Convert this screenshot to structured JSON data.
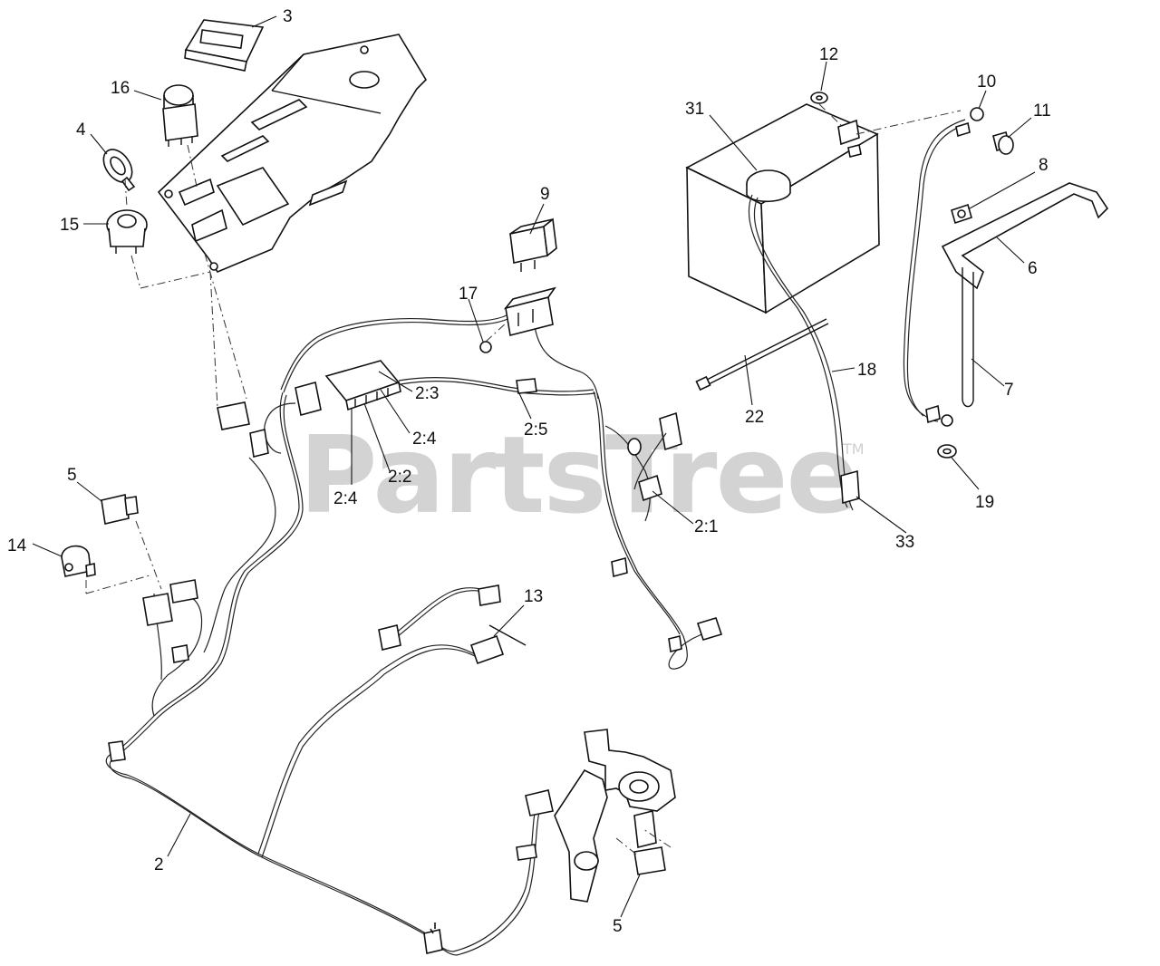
{
  "watermark": {
    "text": "PartsTree",
    "trademark": "TM"
  },
  "callouts": [
    {
      "id": "3",
      "label": "3"
    },
    {
      "id": "16",
      "label": "16"
    },
    {
      "id": "4",
      "label": "4"
    },
    {
      "id": "15",
      "label": "15"
    },
    {
      "id": "9",
      "label": "9"
    },
    {
      "id": "17",
      "label": "17"
    },
    {
      "id": "2-3",
      "label": "2:3"
    },
    {
      "id": "2-4a",
      "label": "2:4"
    },
    {
      "id": "2-5",
      "label": "2:5"
    },
    {
      "id": "2-2",
      "label": "2:2"
    },
    {
      "id": "2-4b",
      "label": "2:4"
    },
    {
      "id": "2-1",
      "label": "2:1"
    },
    {
      "id": "5a",
      "label": "5"
    },
    {
      "id": "14",
      "label": "14"
    },
    {
      "id": "13",
      "label": "13"
    },
    {
      "id": "2",
      "label": "2"
    },
    {
      "id": "5b",
      "label": "5"
    },
    {
      "id": "12",
      "label": "12"
    },
    {
      "id": "31",
      "label": "31"
    },
    {
      "id": "10",
      "label": "10"
    },
    {
      "id": "11",
      "label": "11"
    },
    {
      "id": "8",
      "label": "8"
    },
    {
      "id": "6",
      "label": "6"
    },
    {
      "id": "22",
      "label": "22"
    },
    {
      "id": "18",
      "label": "18"
    },
    {
      "id": "7",
      "label": "7"
    },
    {
      "id": "19",
      "label": "19"
    },
    {
      "id": "33",
      "label": "33"
    }
  ]
}
